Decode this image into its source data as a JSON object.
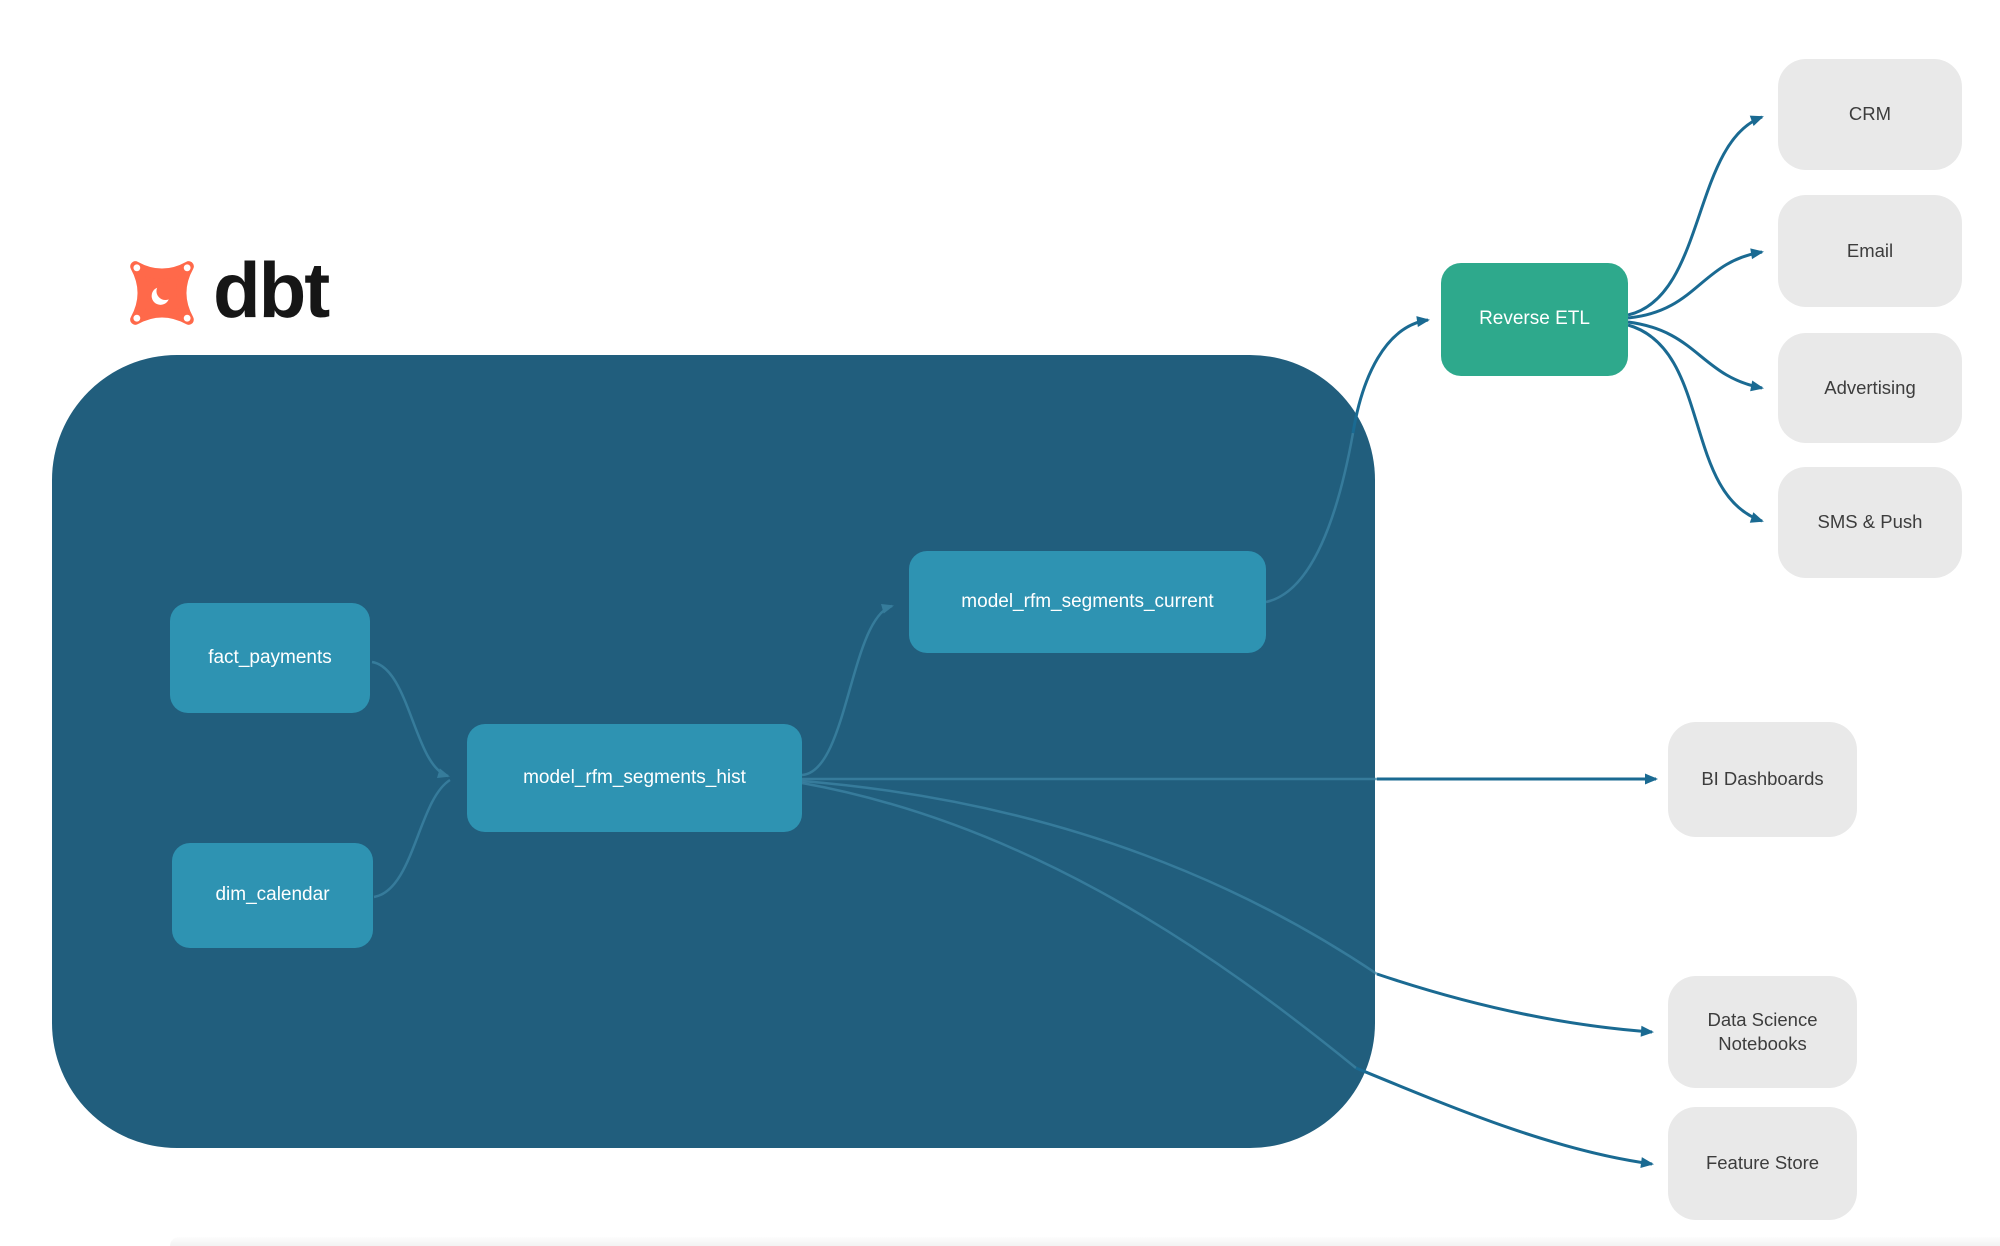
{
  "brand": {
    "name": "dbt"
  },
  "colors": {
    "container": "#215E7D",
    "model_node": "#2E93B2",
    "reverse_etl": "#2EA98C",
    "destination_node": "#E9E9E9",
    "edge_outside": "#1A6A92",
    "edge_inside": "#3E86A6",
    "dbt_orange": "#FF694A",
    "text_dark": "#3D3D3D",
    "text_light": "#FFFFFF"
  },
  "warehouse_nodes": {
    "fact_payments": "fact_payments",
    "dim_calendar": "dim_calendar",
    "rfm_hist": "model_rfm_segments_hist",
    "rfm_current": "model_rfm_segments_current"
  },
  "reverse_etl": {
    "label": "Reverse ETL"
  },
  "activation_destinations": [
    {
      "label": "CRM"
    },
    {
      "label": "Email"
    },
    {
      "label": "Advertising"
    },
    {
      "label": "SMS & Push"
    }
  ],
  "analytics_destinations": [
    {
      "label": "BI Dashboards"
    },
    {
      "label": "Data Science Notebooks"
    },
    {
      "label": "Feature Store"
    }
  ]
}
